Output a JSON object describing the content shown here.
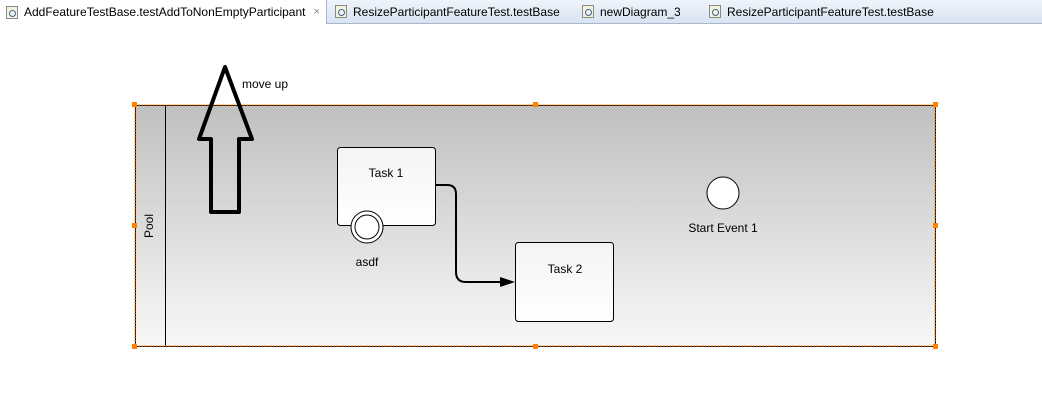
{
  "tabs": [
    {
      "label": "AddFeatureTestBase.testAddToNonEmptyParticipant",
      "active": true
    },
    {
      "label": "ResizeParticipantFeatureTest.testBase",
      "active": false
    },
    {
      "label": "newDiagram_3",
      "active": false
    },
    {
      "label": "ResizeParticipantFeatureTest.testBase",
      "active": false
    }
  ],
  "close_icon": "×",
  "diagram": {
    "annotation": "move up",
    "pool_label": "Pool",
    "task1": "Task 1",
    "task2": "Task 2",
    "boundary_event_label": "asdf",
    "start_event_label": "Start Event 1",
    "selection_color": "#ff8000"
  }
}
